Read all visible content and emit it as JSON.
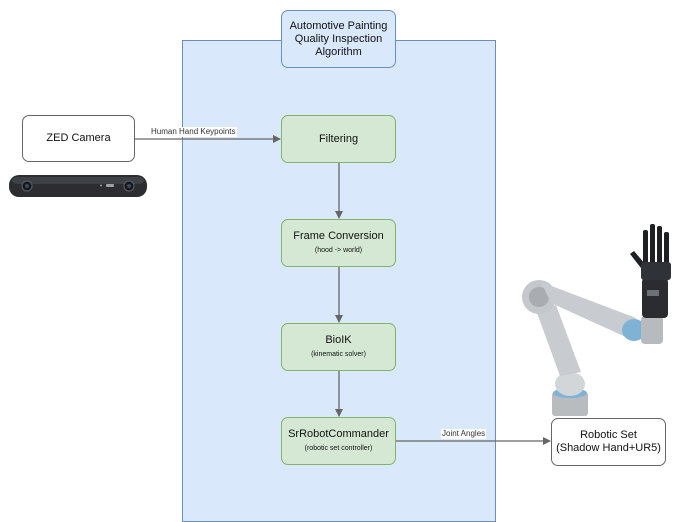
{
  "region": {
    "title_line1": "Automotive Painting",
    "title_line2": "Quality Inspection",
    "title_line3": "Algorithm"
  },
  "nodes": {
    "camera": {
      "label": "ZED Camera"
    },
    "filtering": {
      "label": "Filtering"
    },
    "frame_conversion": {
      "label": "Frame Conversion",
      "sub": "(hood -> world)"
    },
    "bioik": {
      "label": "BioIK",
      "sub": "(kinematic solver)"
    },
    "commander": {
      "label": "SrRobotCommander",
      "sub": "(robotic set controller)"
    },
    "robot": {
      "label_line1": "Robotic Set",
      "label_line2": "(Shadow Hand+UR5)"
    }
  },
  "edges": {
    "camera_to_filtering": "Human Hand Keypoints",
    "commander_to_robot": "Joint Angles"
  },
  "colors": {
    "region_fill": "#dae8fc",
    "region_stroke": "#6c8ebf",
    "process_fill": "#d5e8d4",
    "process_stroke": "#82b366",
    "arrow": "#666666"
  }
}
